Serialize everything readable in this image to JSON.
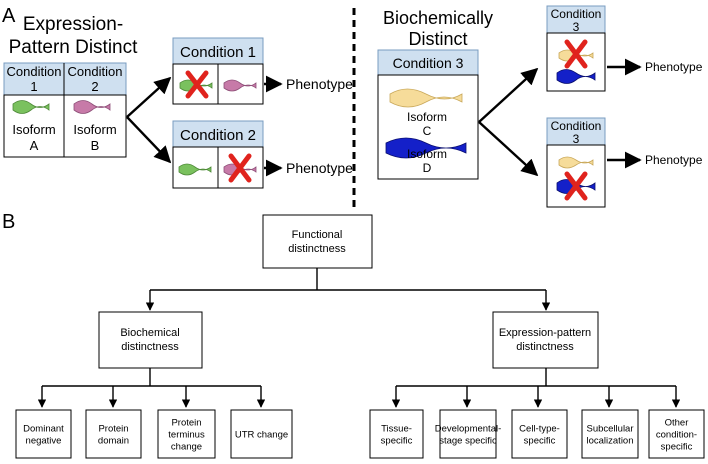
{
  "panel_a": {
    "label": "A",
    "expression": {
      "title_line1": "Expression-",
      "title_line2": "Pattern Distinct",
      "cond1_line1": "Condition",
      "cond1_line2": "1",
      "cond2_line1": "Condition",
      "cond2_line2": "2",
      "isoform_a_line1": "Isoform",
      "isoform_a_line2": "A",
      "isoform_b_line1": "Isoform",
      "isoform_b_line2": "B",
      "condition1_box": "Condition 1",
      "condition2_box": "Condition 2",
      "phenotype1": "Phenotype",
      "phenotype2": "Phenotype"
    },
    "biochemical": {
      "title_line1": "Biochemically",
      "title_line2": "Distinct",
      "condition3_box": "Condition 3",
      "isoform_c_line1": "Isoform",
      "isoform_c_line2": "C",
      "isoform_d_line1": "Isoform",
      "isoform_d_line2": "D",
      "top_line1": "Condition",
      "top_line2": "3",
      "bottom_line1": "Condition",
      "bottom_line2": "3",
      "phenotype_top": "Phenotype",
      "phenotype_bottom": "Phenotype"
    },
    "colors": {
      "isoform_a": "#7ac15e",
      "isoform_b": "#c77aa8",
      "isoform_c": "#f6dc9a",
      "isoform_d": "#1420c9",
      "knockout_x": "#e0231d",
      "header_fill": "#cfe0f0"
    }
  },
  "panel_b": {
    "label": "B",
    "root_line1": "Functional",
    "root_line2": "distinctness",
    "biochemical_line1": "Biochemical",
    "biochemical_line2": "distinctness",
    "expression_line1": "Expression-pattern",
    "expression_line2": "distinctness",
    "biochemical_leaves": [
      [
        "Dominant",
        "negative"
      ],
      [
        "Protein",
        "domain"
      ],
      [
        "Protein",
        "terminus",
        "change"
      ],
      [
        "UTR change"
      ]
    ],
    "expression_leaves": [
      [
        "Tissue-",
        "specific"
      ],
      [
        "Developmental-",
        "stage specific"
      ],
      [
        "Cell-type-",
        "specific"
      ],
      [
        "Subcellular",
        "localization"
      ],
      [
        "Other",
        "condition-",
        "specific"
      ]
    ]
  }
}
